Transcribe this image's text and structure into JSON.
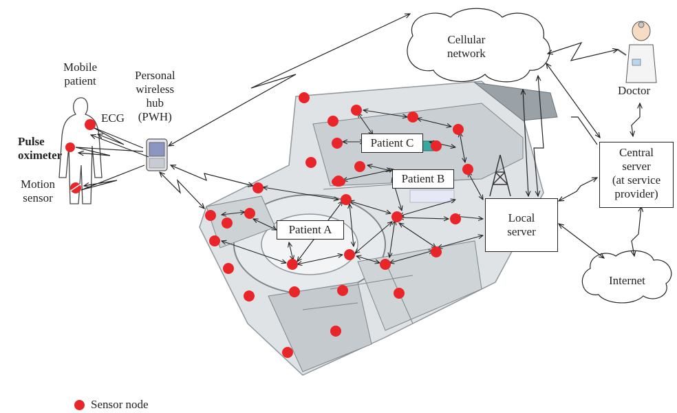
{
  "patient": {
    "title": [
      "Mobile",
      "patient"
    ],
    "ecg": "ECG",
    "pulse": [
      "Pulse",
      "oximeter"
    ],
    "motion": [
      "Motion",
      "sensor"
    ]
  },
  "hub": {
    "label": [
      "Personal",
      "wireless",
      "hub",
      "(PWH)"
    ]
  },
  "cellular": [
    "Cellular",
    "network"
  ],
  "doctor": "Doctor",
  "central_server": [
    "Central",
    "server",
    "(at service",
    "provider)"
  ],
  "local_server": [
    "Local",
    "server"
  ],
  "internet": "Internet",
  "patients": {
    "a": "Patient A",
    "b": "Patient B",
    "c": "Patient C"
  },
  "legend": {
    "label": "Sensor node"
  },
  "colors": {
    "sensor_node": "#e8262a",
    "line": "#222222",
    "building_floor": "#d7dcdf",
    "building_wall": "#7d858b"
  }
}
